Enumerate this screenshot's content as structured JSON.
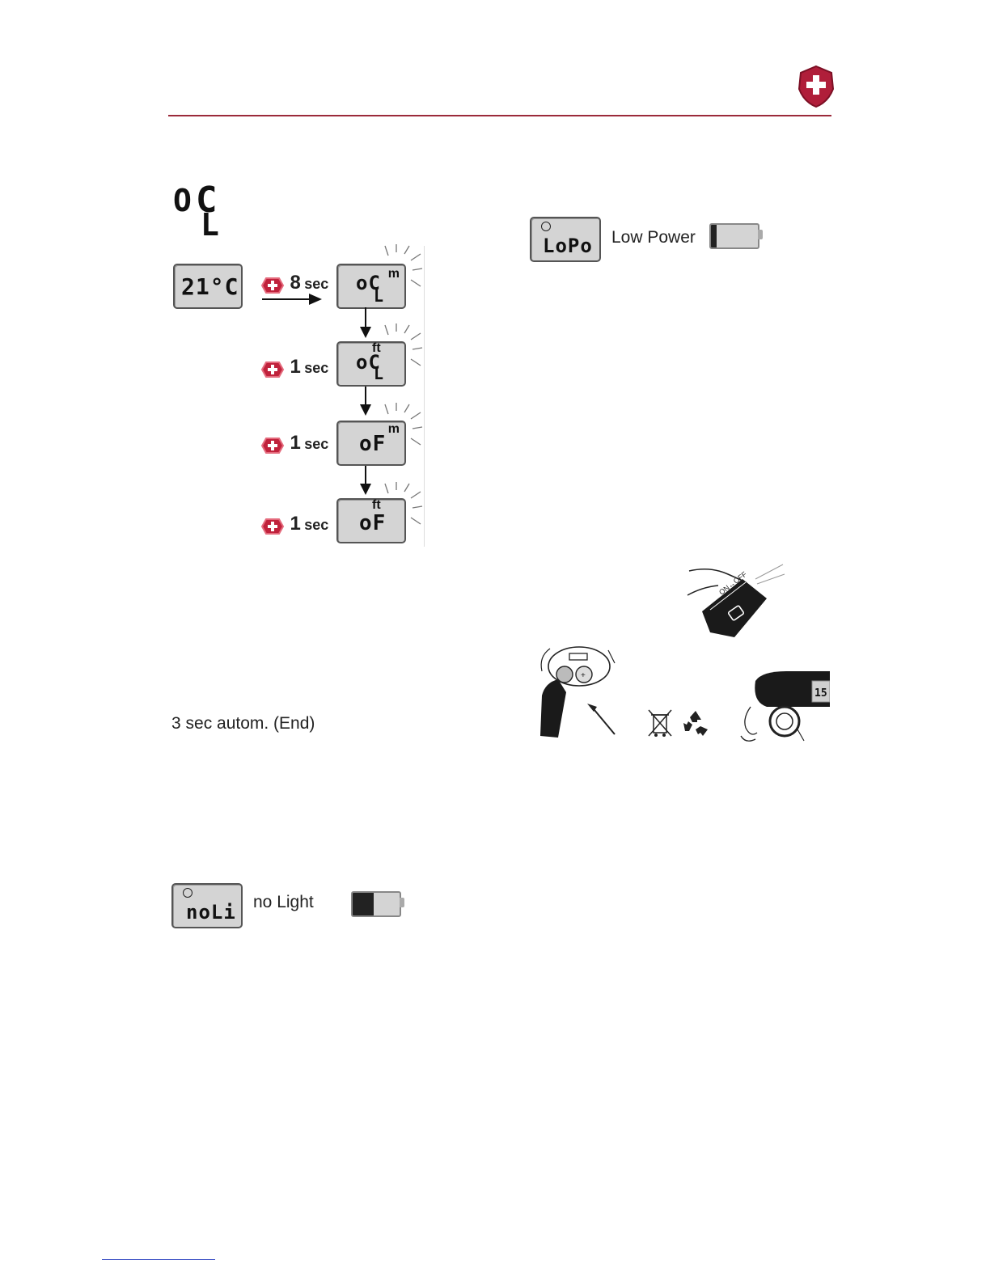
{
  "brand": {
    "accent": "#9b2a3a",
    "logo_icon": "swiss-cross-shield-icon"
  },
  "large_symbol": {
    "top": "O",
    "main": "C",
    "sub": "L"
  },
  "flow": {
    "start_display": {
      "digits": "21°C"
    },
    "steps": [
      {
        "duration_value": "8",
        "duration_unit": "sec",
        "display_main": "oC",
        "display_sub": "L",
        "unit": "m"
      },
      {
        "duration_value": "1",
        "duration_unit": "sec",
        "display_main": "oC",
        "display_sub": "L",
        "unit": "ft"
      },
      {
        "duration_value": "1",
        "duration_unit": "sec",
        "display_main": "oF",
        "display_sub": "",
        "unit": "m"
      },
      {
        "duration_value": "1",
        "duration_unit": "sec",
        "display_main": "oF",
        "display_sub": "",
        "unit": "ft"
      }
    ],
    "end_caption": "3 sec autom. (End)"
  },
  "no_light": {
    "display": "noLi",
    "label": "no Light",
    "battery_level": 0.45
  },
  "low_power": {
    "display": "LoPo",
    "label": "Low Power",
    "battery_level": 0.12
  },
  "illustrations": {
    "switch_text": "ON↔OFF",
    "device_display": "15"
  }
}
